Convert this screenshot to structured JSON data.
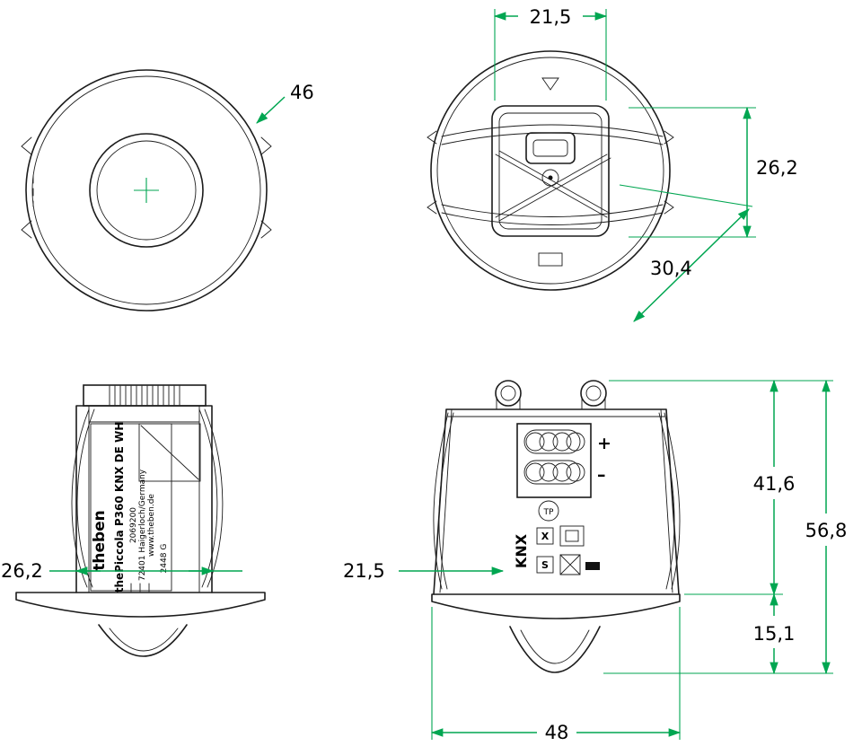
{
  "drawing": {
    "colors": {
      "dimension_green": "#00A651",
      "line_black": "#1c1c1c"
    },
    "front_view": {
      "dim_outer_diameter": "46"
    },
    "top_view": {
      "dim_window_width": "21,5",
      "dim_window_height": "26,2",
      "dim_spring_span": "30,4"
    },
    "side_left": {
      "dim_body_depth": "26,2",
      "label": {
        "brand": "theben",
        "product": "thePiccola P360 KNX DE WH",
        "article_number": "2069200",
        "address": "72401 Haigerloch/Germany",
        "website": "www.theben.de",
        "batch": "2448 G"
      }
    },
    "side_right": {
      "dim_center_offset": "21,5",
      "dim_body_height": "41,6",
      "dim_total_height": "56,8",
      "dim_front_height": "15,1",
      "dim_flange_width": "48",
      "markings": {
        "plus": "+",
        "minus": "–",
        "tp": "TP",
        "x": "X",
        "s": "S",
        "bus": "KNX"
      }
    }
  }
}
